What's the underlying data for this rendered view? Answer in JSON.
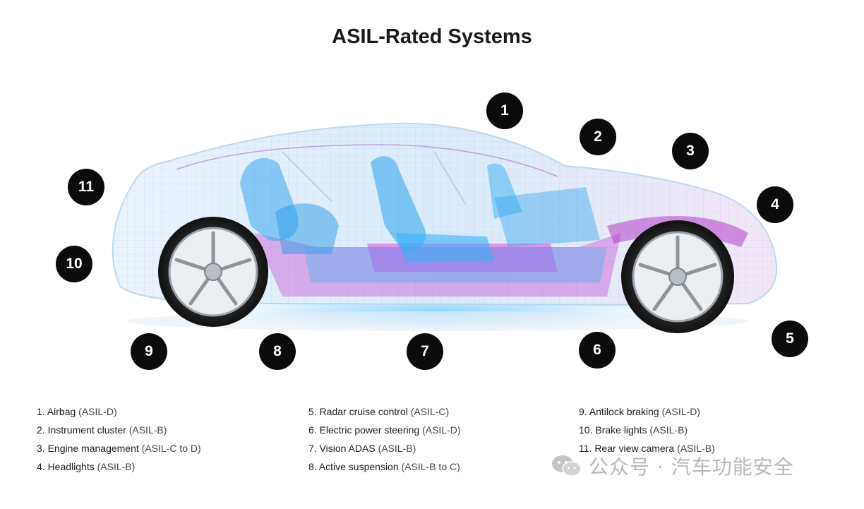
{
  "title": "ASIL-Rated Systems",
  "markers": [
    "1",
    "2",
    "3",
    "4",
    "5",
    "6",
    "7",
    "8",
    "9",
    "10",
    "11"
  ],
  "legend": {
    "col1": [
      {
        "name": "1. Airbag",
        "rating": "(ASIL-D)"
      },
      {
        "name": "2. Instrument cluster",
        "rating": "(ASIL-B)"
      },
      {
        "name": "3. Engine management",
        "rating": "(ASIL-C to D)"
      },
      {
        "name": "4. Headlights",
        "rating": "(ASIL-B)"
      }
    ],
    "col2": [
      {
        "name": "5. Radar cruise control",
        "rating": "(ASIL-C)"
      },
      {
        "name": "6. Electric power steering",
        "rating": "(ASIL-D)"
      },
      {
        "name": "7. Vision ADAS",
        "rating": "(ASIL-B)"
      },
      {
        "name": "8. Active suspension",
        "rating": "(ASIL-B to C)"
      }
    ],
    "col3": [
      {
        "name": "9. Antilock braking",
        "rating": "(ASIL-D)"
      },
      {
        "name": "10. Brake lights",
        "rating": "(ASIL-B)"
      },
      {
        "name": "11. Rear view camera",
        "rating": "(ASIL-B)"
      }
    ]
  },
  "watermark": {
    "text": "公众号 · 汽车功能安全",
    "icon": "wechat-icon"
  },
  "colors": {
    "marker": "#0b0b0b",
    "wire_magenta": "#d94fd6",
    "wire_blue": "#3aa8f0"
  }
}
